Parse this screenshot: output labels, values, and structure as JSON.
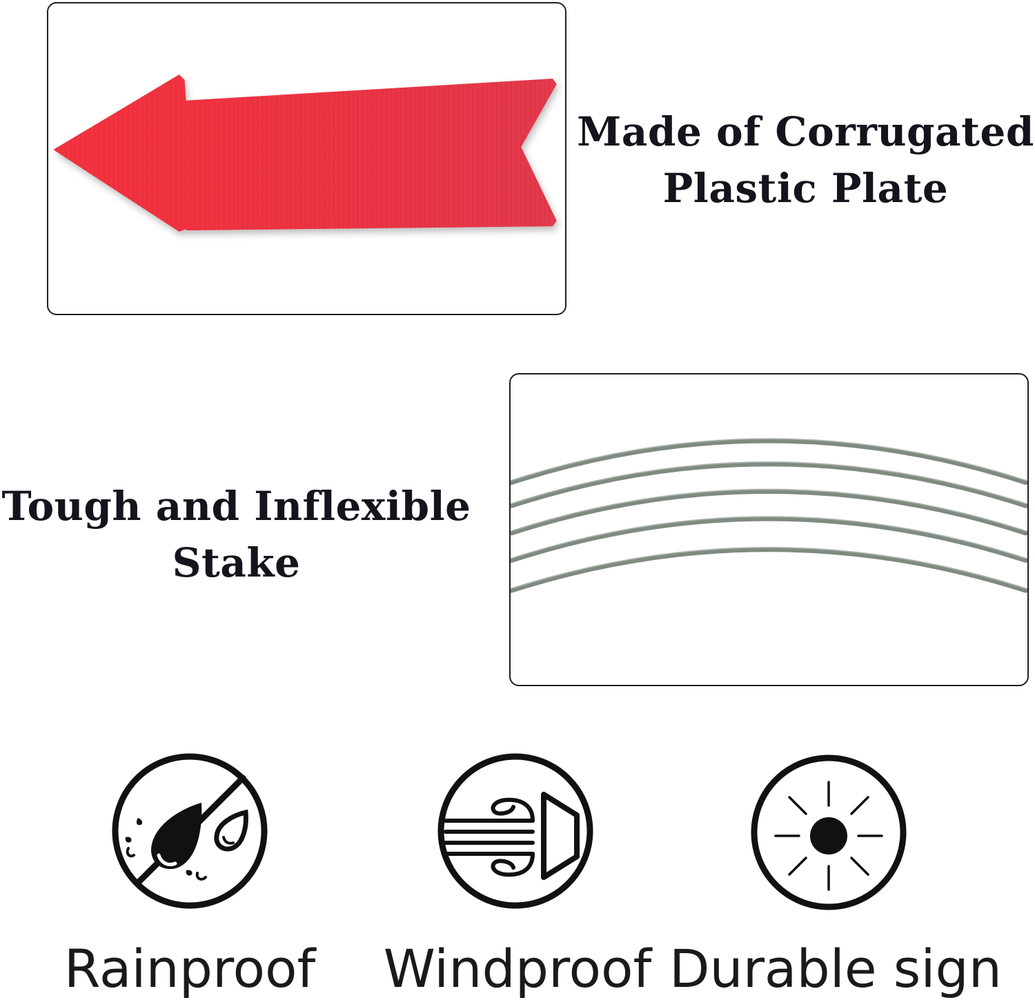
{
  "features": {
    "plate_title": "Made of Corrugated Plastic Plate",
    "stake_title": "Tough and Inflexible Stake"
  },
  "panels": {
    "arrow": {
      "color": "#ef3340",
      "direction": "left"
    },
    "stake": {
      "wire_color": "#7f8a80",
      "wire_count": 5
    }
  },
  "icons": [
    {
      "name": "rainproof-icon",
      "label": "Rainproof"
    },
    {
      "name": "windproof-icon",
      "label": "Windproof"
    },
    {
      "name": "sun-icon",
      "label": "Durable sign"
    }
  ]
}
